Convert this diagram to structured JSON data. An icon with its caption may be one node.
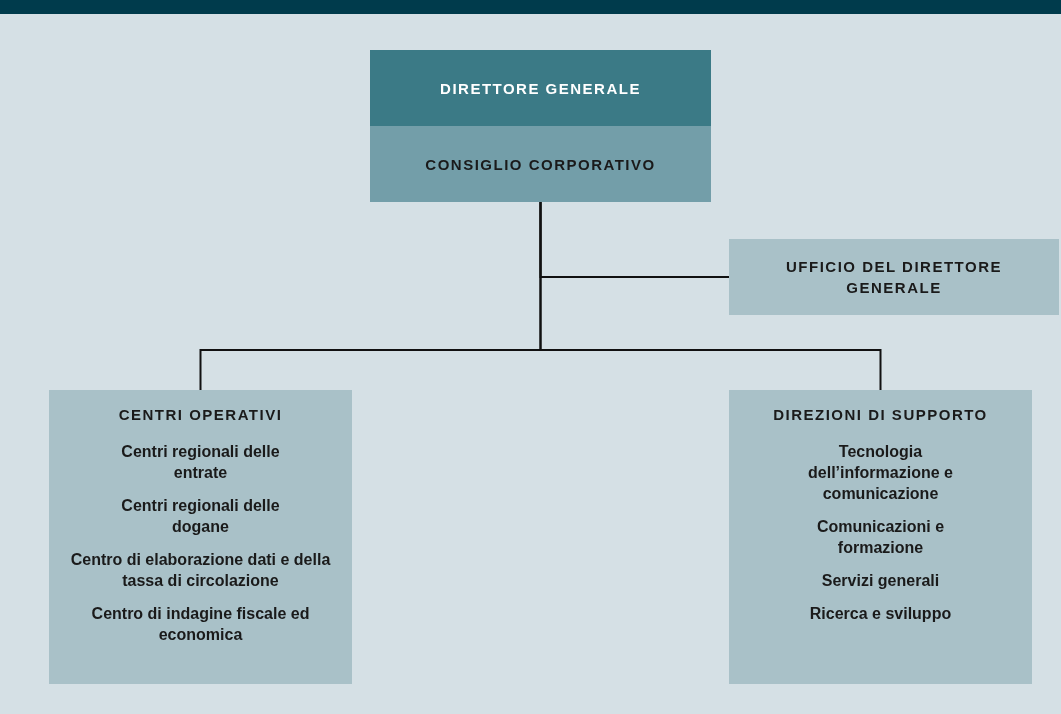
{
  "diagram": {
    "nodes": [
      {
        "text": [
          "DIRETTORE GENERALE"
        ]
      },
      {
        "text": [
          "CONSIGLIO CORPORATIVO"
        ]
      },
      {
        "text": [
          "UFFICIO DEL DIRETTORE GENERALE"
        ]
      },
      {
        "text": [
          "CENTRI OPERATIVI",
          "Centri regionali delle entrate",
          "Centri regionali delle dogane",
          "Centro di elaborazione dati e della tassa di circolazione",
          "Centro di indagine fiscale ed economica"
        ]
      },
      {
        "text": [
          "DIREZIONI DI SUPPORTO",
          "Tecnologia dell’informazione e comunicazione",
          "Comunicazioni e formazione",
          "Servizi generali",
          "Ricerca e sviluppo"
        ]
      }
    ],
    "edges": [
      {
        "from": 1,
        "to": 2,
        "arrow": "none"
      },
      {
        "from": 1,
        "to": 3,
        "arrow": "none"
      },
      {
        "from": 1,
        "to": 4,
        "arrow": "none"
      }
    ]
  }
}
